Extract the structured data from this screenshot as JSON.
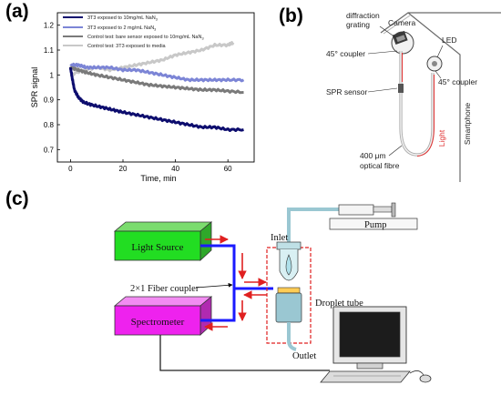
{
  "panels": {
    "a": "(a)",
    "b": "(b)",
    "c": "(c)"
  },
  "chart_data": {
    "type": "line",
    "title": "",
    "xlabel": "Time, min",
    "ylabel": "SPR signal",
    "xlim": [
      -5,
      70
    ],
    "ylim": [
      0.65,
      1.25
    ],
    "xticks": [
      0,
      20,
      40,
      60
    ],
    "yticks": [
      0.7,
      0.8,
      0.9,
      1.0,
      1.1,
      1.2
    ],
    "xtick_labels": [
      "0",
      "20",
      "40",
      "60"
    ],
    "ytick_labels": [
      "0.7",
      "0.8",
      "0.9",
      "1",
      "1.1",
      "1.2"
    ],
    "grid": false,
    "legend_position": "top-left",
    "legend": [
      {
        "text": "3T3 exposed to 10mg/mL NaN",
        "sub": "3",
        "color": "#0d0d6e"
      },
      {
        "text": "3T3 exposed to 2 mg/mL NaN",
        "sub": "3",
        "color": "#7c85d6"
      },
      {
        "text": "Control test: bare sensor exposed to 10mg/mL NaN",
        "sub": "3",
        "color": "#7a7a7a"
      },
      {
        "text": "Control test: 3T3 exposed to media",
        "sub": "",
        "color": "#c8c8c8"
      }
    ],
    "series": [
      {
        "color": "#c8c8c8",
        "width": 3.0,
        "x": [
          0,
          5,
          10,
          15,
          20,
          25,
          30,
          35,
          40,
          45,
          50,
          55,
          60,
          62
        ],
        "y": [
          1.0,
          1.02,
          1.03,
          1.02,
          1.03,
          1.04,
          1.05,
          1.06,
          1.08,
          1.09,
          1.1,
          1.12,
          1.12,
          1.13
        ]
      },
      {
        "color": "#7c85d6",
        "width": 3.0,
        "x": [
          0,
          3,
          6,
          10,
          15,
          20,
          25,
          30,
          35,
          40,
          45,
          50,
          55,
          60,
          66
        ],
        "y": [
          1.04,
          1.04,
          1.03,
          1.03,
          1.03,
          1.02,
          1.02,
          1.01,
          1.0,
          0.99,
          0.98,
          0.98,
          0.98,
          0.98,
          0.98
        ]
      },
      {
        "color": "#7a7a7a",
        "width": 3.0,
        "x": [
          0,
          3,
          6,
          10,
          15,
          20,
          25,
          30,
          35,
          40,
          45,
          50,
          55,
          60,
          66
        ],
        "y": [
          1.03,
          1.02,
          1.01,
          1.0,
          0.99,
          0.98,
          0.97,
          0.96,
          0.955,
          0.95,
          0.945,
          0.94,
          0.94,
          0.935,
          0.93
        ]
      },
      {
        "color": "#0d0d6e",
        "width": 3.0,
        "x": [
          0,
          0.6,
          1.5,
          3,
          5,
          8,
          12,
          16,
          20,
          25,
          30,
          35,
          40,
          45,
          50,
          55,
          60,
          66
        ],
        "y": [
          1.03,
          0.99,
          0.94,
          0.91,
          0.89,
          0.88,
          0.87,
          0.86,
          0.85,
          0.84,
          0.83,
          0.82,
          0.81,
          0.8,
          0.79,
          0.79,
          0.78,
          0.78
        ]
      }
    ]
  },
  "diagram_b": {
    "diffraction": "diffraction",
    "grating": "grating",
    "camera": "Camera",
    "led": "LED",
    "coupler_left": "45° coupler",
    "coupler_right": "45° coupler",
    "spr_sensor": "SPR sensor",
    "light": "Light",
    "fibre_1": "400 μm",
    "fibre_2": "optical fibre",
    "smartphone": "Smartphone"
  },
  "diagram_c": {
    "light_source": "Light Source",
    "spectrometer": "Spectrometer",
    "fiber_coupler": "2×1 Fiber coupler",
    "inlet": "Inlet",
    "outlet": "Outlet",
    "pump": "Pump",
    "droplet_tube": "Droplet tube"
  }
}
